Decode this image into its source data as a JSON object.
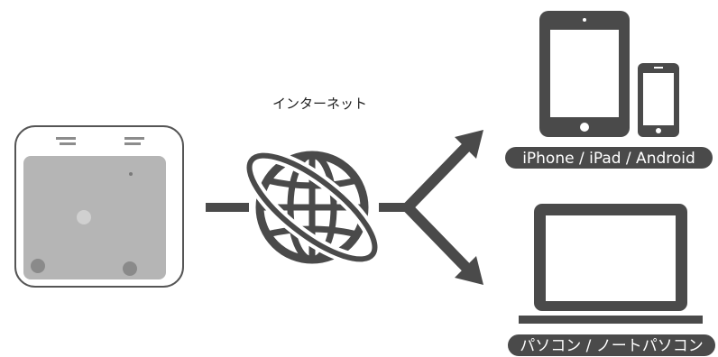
{
  "internet_label": "インターネット",
  "mobile_label": "iPhone / iPad / Android",
  "pc_label": "パソコン / ノートパソコン",
  "colors": {
    "dark": "#4a4a4a",
    "device_face": "#b5b5b5",
    "device_body": "#ffffff"
  },
  "icons": [
    "camera-device-icon",
    "globe-icon",
    "tablet-icon",
    "smartphone-icon",
    "laptop-icon"
  ]
}
